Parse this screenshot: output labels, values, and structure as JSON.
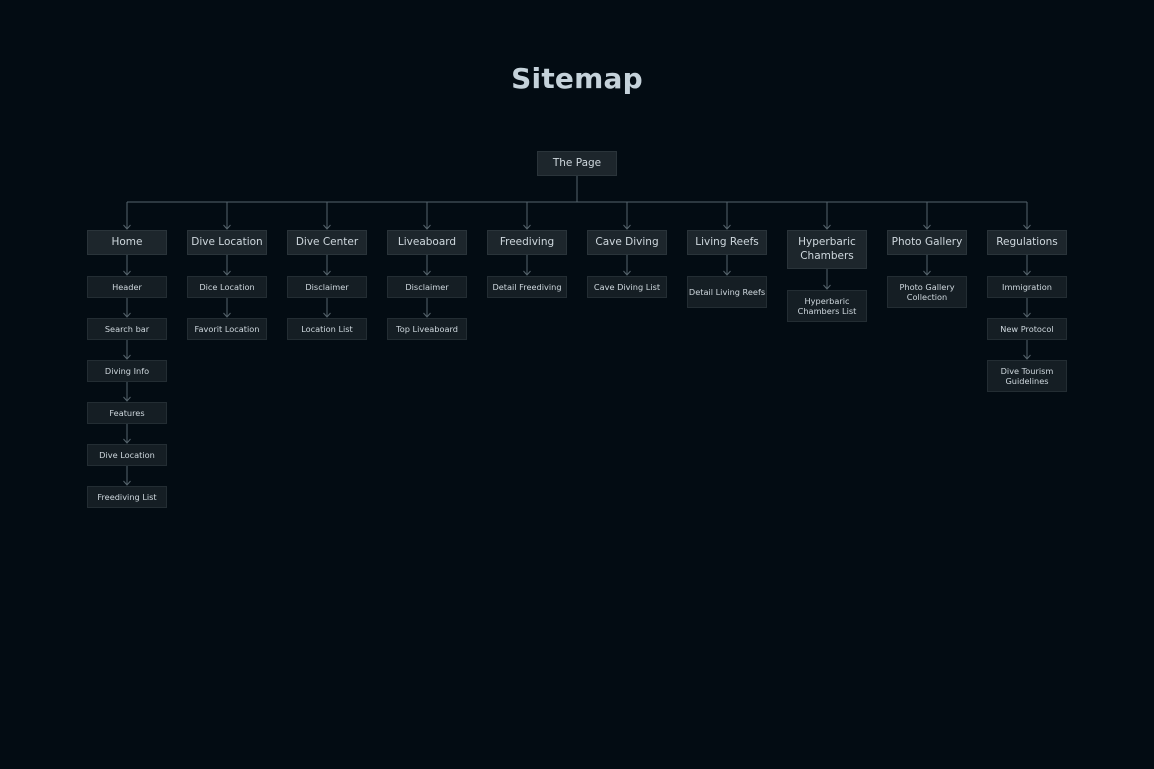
{
  "title": "Sitemap",
  "root": {
    "label": "The Page"
  },
  "sections": [
    {
      "label": "Home",
      "children": [
        "Header",
        "Search bar",
        "Diving Info",
        "Features",
        "Dive Location",
        "Freediving List"
      ]
    },
    {
      "label": "Dive Location",
      "children": [
        "Dice Location",
        "Favorit Location"
      ]
    },
    {
      "label": "Dive Center",
      "children": [
        "Disclaimer",
        "Location List"
      ]
    },
    {
      "label": "Liveaboard",
      "children": [
        "Disclaimer",
        "Top Liveaboard"
      ]
    },
    {
      "label": "Freediving",
      "children": [
        "Detail Freediving"
      ]
    },
    {
      "label": "Cave Diving",
      "children": [
        "Cave Diving List"
      ]
    },
    {
      "label": "Living Reefs",
      "children": [
        "Detail Living Reefs"
      ]
    },
    {
      "label": "Hyperbaric Chambers",
      "children": [
        "Hyperbaric Chambers List"
      ]
    },
    {
      "label": "Photo Gallery",
      "children": [
        "Photo Gallery Collection"
      ]
    },
    {
      "label": "Regulations",
      "children": [
        "Immigration",
        "New Protocol",
        "Dive Tourism Guidelines"
      ]
    }
  ],
  "colors": {
    "background": "#030c13",
    "node": "#1d262c",
    "line": "#56646c",
    "text": "#cfd8de"
  }
}
